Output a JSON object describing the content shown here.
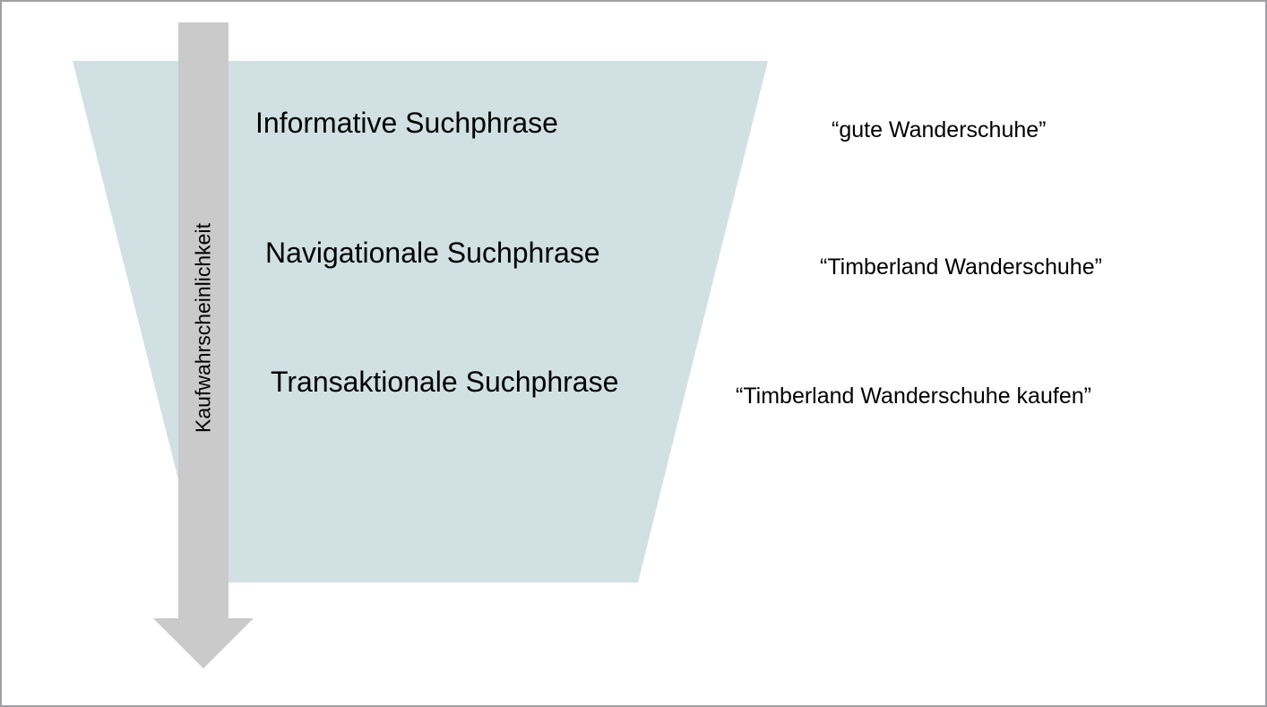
{
  "colors": {
    "funnel": "#d1e0e3",
    "arrow": "#cacaca",
    "border": "#a0a0a4"
  },
  "axis_label": "Kaufwahrscheinlichkeit",
  "phrases": [
    {
      "label": "Informative Suchphrase",
      "example": "“gute Wanderschuhe”"
    },
    {
      "label": "Navigationale Suchphrase",
      "example": "“Timberland Wanderschuhe”"
    },
    {
      "label": "Transaktionale Suchphrase",
      "example": "“Timberland Wanderschuhe kaufen”"
    }
  ]
}
